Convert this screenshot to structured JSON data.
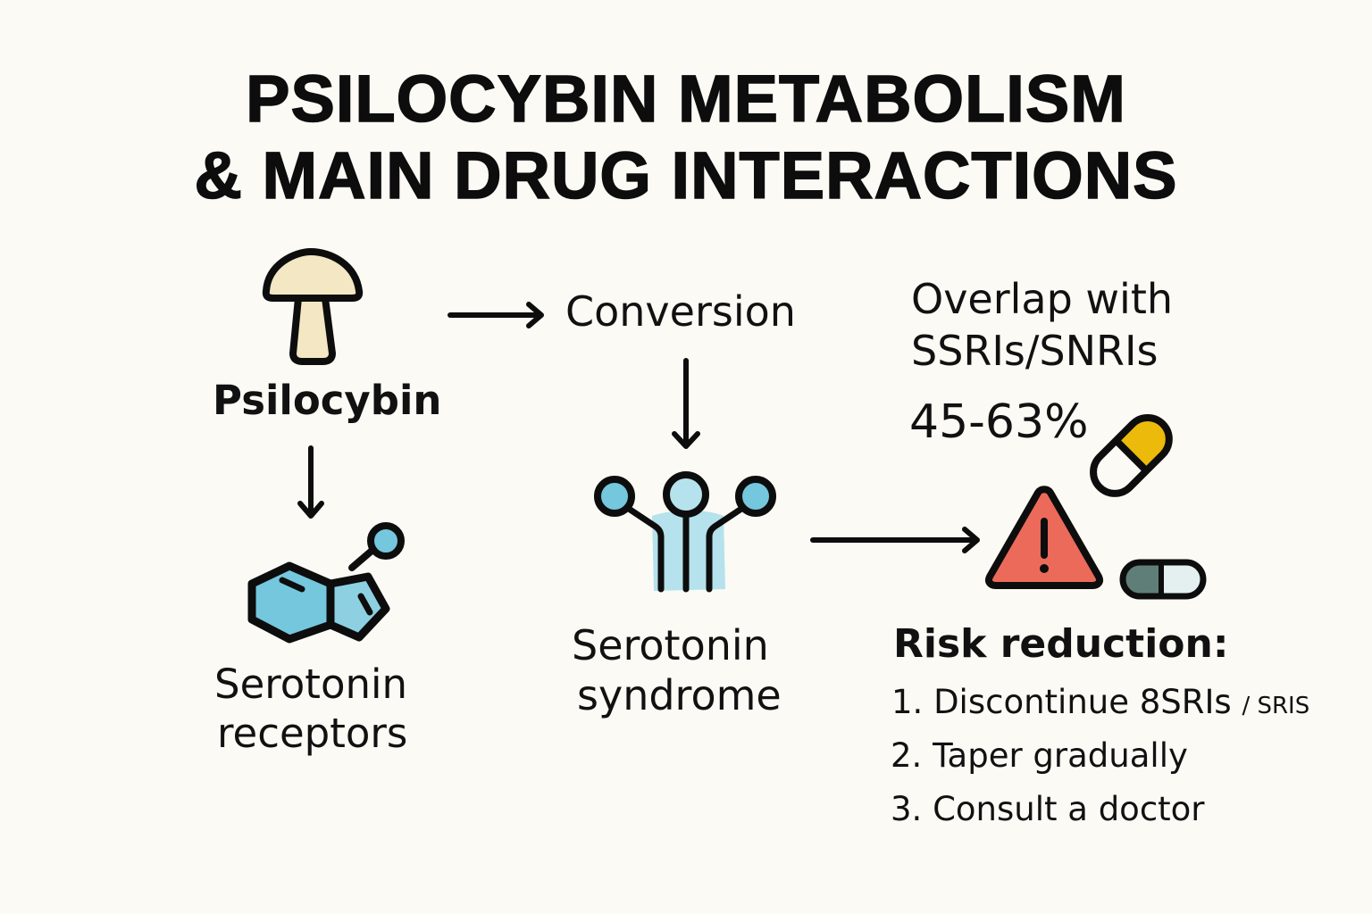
{
  "title": {
    "line1": "PSILOCYBIN METABOLISM",
    "line2": "& MAIN DRUG INTERACTIONS"
  },
  "nodes": {
    "psilocybin": {
      "label": "Psilocybin",
      "icon": "mushroom-icon"
    },
    "conversion": {
      "label": "Conversion"
    },
    "serotonin_receptors": {
      "line1": "Serotonin",
      "line2": "receptors",
      "icon": "molecule-icon"
    },
    "serotonin_syndrome": {
      "line1": "Serotonin",
      "line2": "syndrome",
      "icon": "receptor-icon"
    },
    "overlap": {
      "line1": "Overlap with",
      "line2": "SSRIs/SNRIs",
      "value": "45-63%",
      "icons": [
        "warning-icon",
        "capsule-icon",
        "pill-icon"
      ]
    }
  },
  "risk_reduction": {
    "heading": "Risk reduction:",
    "items": [
      {
        "text": "1. Discontinue 8SRIs",
        "suffix": "/ SRIS"
      },
      {
        "text": "2. Taper gradually"
      },
      {
        "text": "3. Consult a doctor"
      }
    ]
  },
  "colors": {
    "background": "#fbfaf5",
    "mushroom_fill": "#f3e7c4",
    "molecule_blue": "#74c7dd",
    "receptor_light": "#b5e2ec",
    "warning_red": "#ec6a5a",
    "capsule_yellow": "#ecba0a",
    "pill_dark": "#607e78",
    "pill_light": "#e4f0f0",
    "stroke": "#0d0d0d"
  }
}
